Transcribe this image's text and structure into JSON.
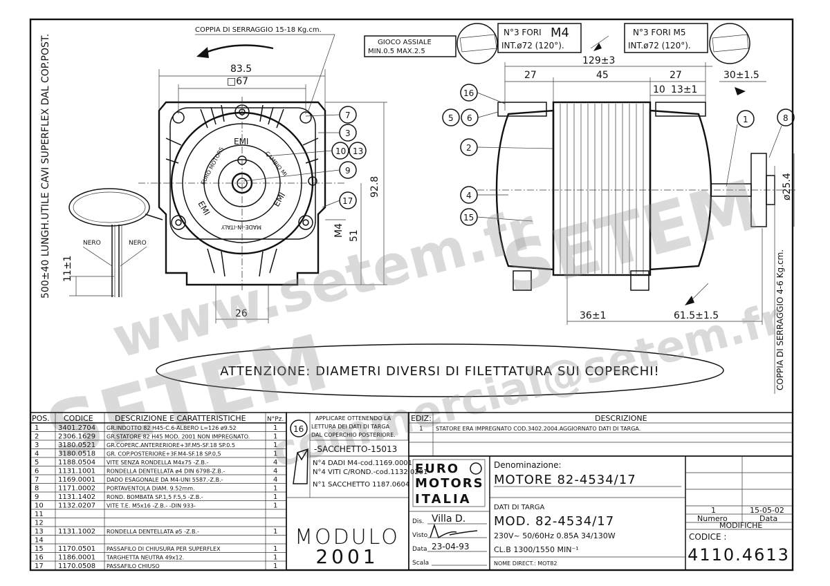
{
  "top_notes": {
    "coppia_serraggio_front": "COPPIA DI SERRAGGIO 15-18 Kg.cm.",
    "gioco_assiale_1": "GIOCO ASSIALE",
    "gioco_assiale_2": "MIN.0.5 MAX.2.5",
    "fori_m4_1": "N°3 FORI",
    "fori_m4_big": "M4",
    "fori_m4_2": "INT.ø72 (120°).",
    "fori_m5_1": "N°3 FORI M5",
    "fori_m5_2": "INT.ø72 (120°).",
    "lunghezza_cavi": "500±40  LUNGH.UTILE CAVI SUPERFLEX DAL COP.POST.",
    "coppia_serraggio_rear": "COPPIA DI SERRAGGIO 4-6 Kg.cm.",
    "nero_1": "NERO",
    "nero_2": "NERO"
  },
  "front_view": {
    "dim_width": "83.5",
    "dim_square": "□67",
    "dim_height": "92.8",
    "dim_51": "51",
    "dim_m4": "M4",
    "dim_11": "11±1",
    "dim_26": "26",
    "label_emi_top": "EMI",
    "label_emi_left": "EMI",
    "label_emi_right": "EMI",
    "label_euro_motors": "EURO MOTORS",
    "label_cambio": "CAMBIO MI",
    "label_made": "MADE-IN-ITALY",
    "callouts": [
      "7",
      "3",
      "10",
      "13",
      "9",
      "17"
    ]
  },
  "side_view": {
    "dim_129": "129±3",
    "dim_27a": "27",
    "dim_45": "45",
    "dim_27b": "27",
    "dim_30": "30±1.5",
    "dim_10": "10",
    "dim_13": "13±1",
    "dim_254": "ø25.4",
    "dim_36": "36±1",
    "dim_615": "61.5±1.5",
    "callouts": [
      "16",
      "5",
      "6",
      "1",
      "8",
      "2",
      "4",
      "15"
    ]
  },
  "attention": "ATTENZIONE: DIAMETRI DIVERSI DI FILETTATURA SUI COPERCHI!",
  "watermarks": [
    "SETEM",
    "www.setem.fr",
    "commercial@setem.fr",
    "SETEM"
  ],
  "parts_table": {
    "headers": [
      "POS.",
      "CODICE",
      "DESCRIZIONE E CARATTERISTICHE",
      "N°Pz."
    ],
    "rows": [
      [
        "1",
        "3401.2704",
        "GR.INDOTTO 82 H45-C.6-ALBERO L=126 ø9.52",
        "1"
      ],
      [
        "2",
        "2306.1629",
        "GR.STATORE 82 H45 MOD. 2001 NON IMPREGNATO.",
        "1"
      ],
      [
        "3",
        "3180.0521",
        "GR.COPERC.ANTERERIORE+3F.M5-SF.18 SP.0.5",
        "1"
      ],
      [
        "4",
        "3180.0518",
        "GR. COP.POSTERIORE+3F.M4-SF.18 SP.0,5",
        "1"
      ],
      [
        "5",
        "1188.0504",
        "VITE SENZA RONDELLA   M4x75      -Z.B.-",
        "4"
      ],
      [
        "6",
        "1131.1001",
        "RONDELLA DENTELLATA ø4 DIN 6798-Z.B.-",
        "4"
      ],
      [
        "7",
        "1169.0001",
        "DADO ESAGONALE DA M4-UNI 5587.-Z.B.-",
        "4"
      ],
      [
        "8",
        "1171.0002",
        "PORTAVENTOLA DIAM. 9.52mm.",
        "1"
      ],
      [
        "9",
        "1131.1402",
        "ROND. BOMBATA SP.1,5 F.5,5     -Z.B.-",
        "1"
      ],
      [
        "10",
        "1132.0207",
        "VITE T.E.  M5x16   -Z.B.-    -DIN 933-",
        "1"
      ],
      [
        "11",
        "",
        "",
        ""
      ],
      [
        "12",
        "",
        "",
        ""
      ],
      [
        "13",
        "1131.1002",
        "RONDELLA DENTELLATA ø5        -Z.B.-",
        "1"
      ],
      [
        "14",
        "",
        "",
        ""
      ],
      [
        "15",
        "1170.0501",
        "PASSAFILO DI CHIUSURA PER SUPERFLEX",
        "1"
      ],
      [
        "16",
        "1186.0001",
        "TARGHETTA NEUTRA 49x12.",
        "1"
      ],
      [
        "17",
        "1170.0508",
        "PASSAFILO CHIUSO",
        "1"
      ]
    ]
  },
  "bag": {
    "callout": "16",
    "note_1": "APPLICARE OTTENENDO LA",
    "note_2": "LETTURA DEI DATI DI TARGA",
    "note_3": "DAL COPERCHIO POSTERIORE.",
    "sacchetto": "-SACCHETTO-15013",
    "items": [
      "N°4 DADI M4-cod.1169.0001",
      "N°4 VITI C/ROND.-cod.1132.0201",
      "N°1 SACCHETTO 1187.0604"
    ],
    "modulo_1": "MODULO",
    "modulo_2": "2001"
  },
  "revisions": {
    "header_ediz": "EDIZ:",
    "header_descr": "DESCRIZIONE",
    "rows": [
      [
        "1",
        "STATORE ERA IMPREGNATO COD.3402.2004.AGGIORNATO DATI DI TARGA."
      ]
    ]
  },
  "title_block": {
    "logo": [
      "EURO",
      "MOTORS",
      "ITALIA"
    ],
    "denominazione_label": "Denominazione:",
    "denominazione": "MOTORE  82-4534/17",
    "dati_label": "DATI DI TARGA",
    "mod": "MOD.  82-4534/17",
    "rating": "230V~   50/60Hz    0.85A    34/130W",
    "clb": "CL.B      1300/1550  MIN⁻¹",
    "nome": "NOME DIRECT.: MOT82",
    "dis_label": "Dis.",
    "dis_value": "Villa D.",
    "visto_label": "Visto",
    "data_label": "Data",
    "data_value": "23-04-93",
    "scala_label": "Scala",
    "rev_numero": "1",
    "rev_data": "15-05-02",
    "numero_label": "Numero",
    "data_col_label": "Data",
    "modifiche": "MODIFICHE",
    "codice_label": "CODICE :",
    "codice": "4110.4613"
  }
}
